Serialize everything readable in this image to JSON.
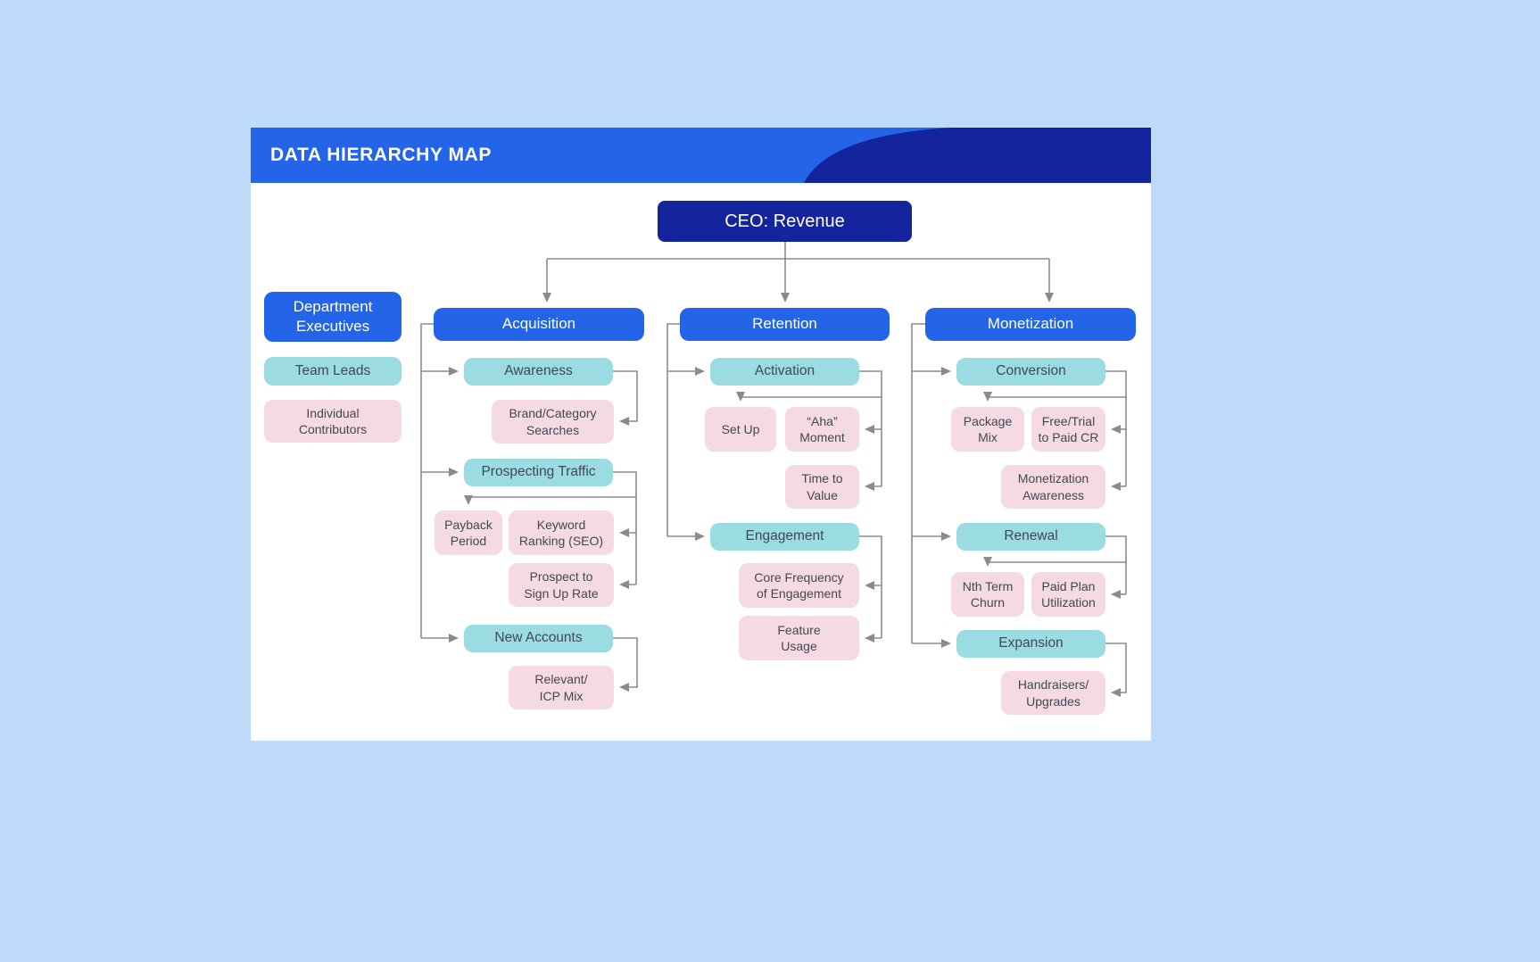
{
  "header": {
    "title": "DATA HIERARCHY MAP"
  },
  "root": {
    "label": "CEO: Revenue"
  },
  "legend": {
    "executives": "Department\nExecutives",
    "leads": "Team Leads",
    "ics": "Individual\nContributors"
  },
  "columns": [
    {
      "label": "Acquisition",
      "nodes": [
        {
          "label": "Awareness",
          "type": "lead"
        },
        {
          "label": "Brand/Category\nSearches",
          "type": "ic"
        },
        {
          "label": "Prospecting Traffic",
          "type": "lead"
        },
        {
          "label": "Payback\nPeriod",
          "type": "ic"
        },
        {
          "label": "Keyword\nRanking (SEO)",
          "type": "ic"
        },
        {
          "label": "Prospect to\nSign Up Rate",
          "type": "ic"
        },
        {
          "label": "New Accounts",
          "type": "lead"
        },
        {
          "label": "Relevant/\nICP Mix",
          "type": "ic"
        }
      ]
    },
    {
      "label": "Retention",
      "nodes": [
        {
          "label": "Activation",
          "type": "lead"
        },
        {
          "label": "Set Up",
          "type": "ic"
        },
        {
          "label": "“Aha”\nMoment",
          "type": "ic"
        },
        {
          "label": "Time to\nValue",
          "type": "ic"
        },
        {
          "label": "Engagement",
          "type": "lead"
        },
        {
          "label": "Core Frequency\nof Engagement",
          "type": "ic"
        },
        {
          "label": "Feature\nUsage",
          "type": "ic"
        }
      ]
    },
    {
      "label": "Monetization",
      "nodes": [
        {
          "label": "Conversion",
          "type": "lead"
        },
        {
          "label": "Package\nMix",
          "type": "ic"
        },
        {
          "label": "Free/Trial\nto Paid CR",
          "type": "ic"
        },
        {
          "label": "Monetization\nAwareness",
          "type": "ic"
        },
        {
          "label": "Renewal",
          "type": "lead"
        },
        {
          "label": "Nth Term\nChurn",
          "type": "ic"
        },
        {
          "label": "Paid Plan\nUtilization",
          "type": "ic"
        },
        {
          "label": "Expansion",
          "type": "lead"
        },
        {
          "label": "Handraisers/\nUpgrades",
          "type": "ic"
        }
      ]
    }
  ],
  "colors": {
    "page_bg": "#bddaf9",
    "header_blue": "#2464e8",
    "header_navy": "#14249c",
    "root_navy": "#14249c",
    "executive_blue": "#2464e8",
    "lead_teal": "#9adce2",
    "ic_pink": "#f5dae2",
    "text_dark": "#414854",
    "connector_gray": "#8b8b8b"
  }
}
